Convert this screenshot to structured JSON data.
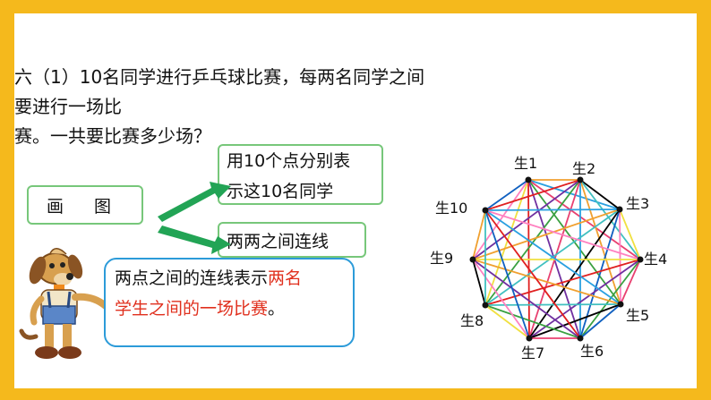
{
  "question": {
    "line1": "六（1）10名同学进行乒乓球比赛，每两名同学之间要进行一场比",
    "line2": "赛。一共要比赛多少场？"
  },
  "method_label": "画  图",
  "step1": {
    "line1": "用10个点分别表",
    "line2": "示这10名同学"
  },
  "step2": "两两之间连线",
  "tip": {
    "part1": "两点之间的连线表示",
    "highlight_a": "两名",
    "highlight_b": "学生之间的一场比赛",
    "end": "。"
  },
  "nodes": [
    "生1",
    "生2",
    "生3",
    "生4",
    "生5",
    "生6",
    "生7",
    "生8",
    "生9",
    "生10"
  ],
  "colors": {
    "frame": "#f5b91c",
    "arrow": "#22a455",
    "box_border": "#77c77a",
    "bubble_border": "#2c9bd9",
    "highlight": "#e0301e"
  },
  "edge_palette": [
    "#f0a030",
    "#2aa0e0",
    "#e84070",
    "#3aa040",
    "#7030a0",
    "#e02020",
    "#f0e040",
    "#ff80c0",
    "#1060c0",
    "#000000",
    "#40c0c0"
  ]
}
